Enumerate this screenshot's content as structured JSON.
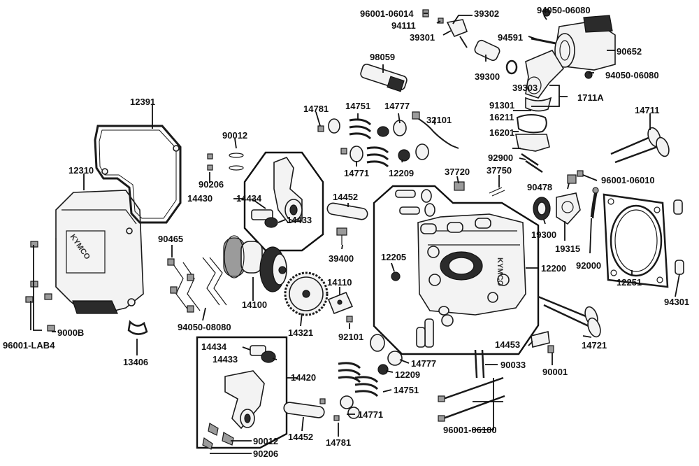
{
  "parts": {
    "p96001_06014": "96001-06014",
    "p94111": "94111",
    "p39301": "39301",
    "p39302": "39302",
    "p94050_06080_a": "94050-06080",
    "p94591": "94591",
    "p90652": "90652",
    "p98059": "98059",
    "p39300": "39300",
    "p39303": "39303",
    "p94050_06080_b": "94050-06080",
    "p1711a": "1711A",
    "p91301": "91301",
    "p16211": "16211",
    "p12391": "12391",
    "p14781_a": "14781",
    "p14751_a": "14751",
    "p14777_a": "14777",
    "p32101": "32101",
    "p14711": "14711",
    "p16201": "16201",
    "p90012_a": "90012",
    "p92900": "92900",
    "p12310": "12310",
    "p90206_a": "90206",
    "p14771_a": "14771",
    "p12209_a": "12209",
    "p37720": "37720",
    "p37750": "37750",
    "p96001_06010": "96001-06010",
    "p14430": "14430",
    "p14434_a": "14434",
    "p14452_a": "14452",
    "p90478": "90478",
    "p14433_a": "14433",
    "p19300": "19300",
    "p19315": "19315",
    "p92000": "92000",
    "p12251": "12251",
    "p90465": "90465",
    "p39400": "39400",
    "p12205": "12205",
    "p12200": "12200",
    "p94301": "94301",
    "p14100": "14100",
    "p14110": "14110",
    "p94050_08080": "94050-08080",
    "p14321": "14321",
    "p96001_lab4": "96001-LAB4",
    "p9000b": "9000B",
    "p92101": "92101",
    "p14721": "14721",
    "p13406": "13406",
    "p14434_b": "14434",
    "p14453": "14453",
    "p14433_b": "14433",
    "p14777_b": "14777",
    "p90033": "90033",
    "p90001": "90001",
    "p12209_b": "12209",
    "p14420": "14420",
    "p14751_b": "14751",
    "p14771_b": "14771",
    "p90012_b": "90012",
    "p14452_b": "14452",
    "p14781_b": "14781",
    "p96001_06100": "96001-06100",
    "p90206_b": "90206"
  },
  "brand": {
    "cover_logo": "KYMCO",
    "head_logo": "KYMCO"
  }
}
